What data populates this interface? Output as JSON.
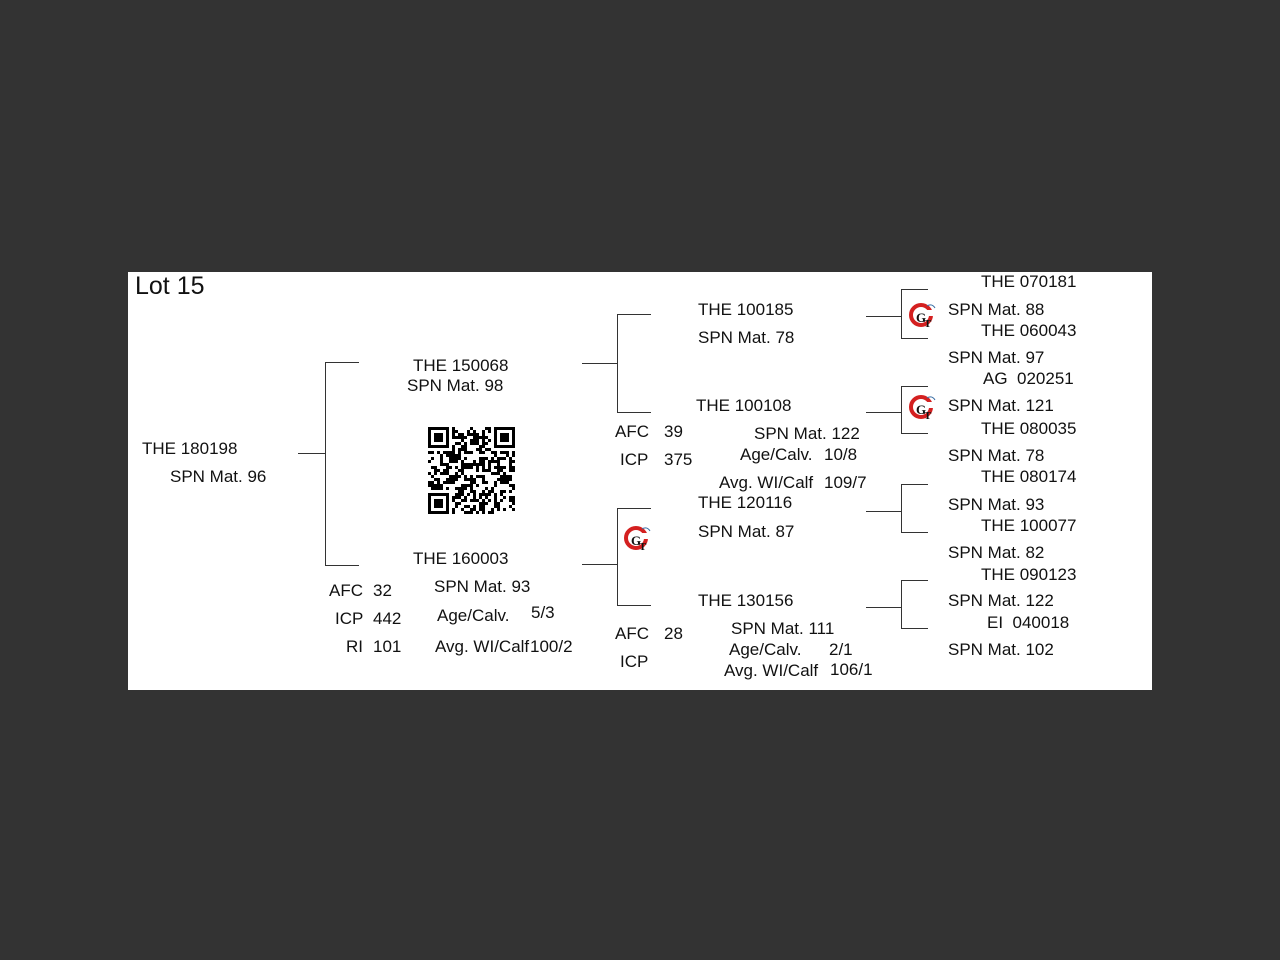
{
  "lot": "Lot 15",
  "subject": {
    "id": "THE 180198",
    "mat": "SPN Mat. 96"
  },
  "sire": {
    "id": "THE 150068",
    "mat": "SPN Mat. 98"
  },
  "dam": {
    "id": "THE 160003",
    "mat": "SPN Mat. 93",
    "afc_label": "AFC",
    "afc": "32",
    "icp_label": "ICP",
    "icp": "442",
    "ri_label": "RI",
    "ri": "101",
    "age_label": "Age/Calv.",
    "age": "5/3",
    "avg_label": "Avg. WI/Calf",
    "avg": "100/2"
  },
  "ss": {
    "id": "THE 100185",
    "mat": "SPN Mat. 78"
  },
  "sd": {
    "id": "THE 100108",
    "mat": "SPN Mat. 122",
    "afc_label": "AFC",
    "afc": "39",
    "icp_label": "ICP",
    "icp": "375",
    "age_label": "Age/Calv.",
    "age": "10/8",
    "avg_label": "Avg. WI/Calf",
    "avg": "109/7"
  },
  "ds": {
    "id": "THE 120116",
    "mat": "SPN Mat. 87"
  },
  "dd": {
    "id": "THE 130156",
    "mat": "SPN Mat. 111",
    "afc_label": "AFC",
    "afc": "28",
    "icp_label": "ICP",
    "age_label": "Age/Calv.",
    "age": "2/1",
    "avg_label": "Avg. WI/Calf",
    "avg": "106/1"
  },
  "gen4": [
    {
      "id": "THE 070181",
      "mat": "SPN Mat. 88"
    },
    {
      "id": "THE 060043",
      "mat": "SPN Mat. 97"
    },
    {
      "id": "AG  020251",
      "mat": "SPN Mat. 121"
    },
    {
      "id": "THE 080035",
      "mat": "SPN Mat. 78"
    },
    {
      "id": "THE 080174",
      "mat": "SPN Mat. 93"
    },
    {
      "id": "THE 100077",
      "mat": "SPN Mat. 82"
    },
    {
      "id": "THE 090123",
      "mat": "SPN Mat. 122"
    },
    {
      "id": "EI  040018",
      "mat": "SPN Mat. 102"
    }
  ],
  "colors": {
    "background": "#333333",
    "paper": "#ffffff",
    "logo_red": "#d42020"
  },
  "icons": {
    "logo": "gt-logo-icon",
    "qr": "qr-code-icon"
  }
}
